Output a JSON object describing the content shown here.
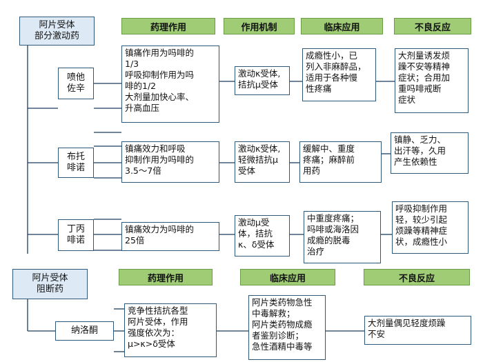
{
  "agonist": {
    "category": [
      "阿片受体",
      "部分激动药"
    ],
    "headers": {
      "pharmacology": "药理作用",
      "mechanism": "作用机制",
      "clinical": "临床应用",
      "adverse": "不良反应"
    },
    "drugs": [
      {
        "name": [
          "喷他",
          "佐辛"
        ],
        "pharmacology": [
          "镇痛作用为吗啡的",
          "1/3",
          "呼吸抑制作用为吗",
          "啡的1/2",
          "大剂量加快心率、",
          "升高血压"
        ],
        "mechanism": [
          "激动κ受体,",
          "拮抗μ受体"
        ],
        "clinical": [
          "成瘾性小，已",
          "列入非麻醉品，",
          "适用于各种慢",
          "性疼痛"
        ],
        "adverse": [
          "大剂量诱发烦",
          "躁不安等精神",
          "症状；合用加",
          "重吗啡戒断",
          "症状"
        ]
      },
      {
        "name": [
          "布托",
          "啡诺"
        ],
        "pharmacology": [
          "镇痛效力和呼吸",
          "抑制作用为吗啡的",
          "3.5～7倍"
        ],
        "mechanism": [
          "激动κ受体,",
          "轻微拮抗μ",
          "受体"
        ],
        "clinical": [
          "缓解中、重度",
          "疼痛；麻醉前",
          "用药"
        ],
        "adverse": [
          "镇静、乏力、",
          "出汗等，久用",
          "产生依赖性"
        ]
      },
      {
        "name": [
          "丁丙",
          "啡诺"
        ],
        "pharmacology": [
          "镇痛效力为吗啡的",
          "25倍"
        ],
        "mechanism": [
          "激动μ受",
          "体，拮抗",
          "κ、δ受体"
        ],
        "clinical": [
          "中重度疼痛；",
          "吗啡或海洛因",
          "成瘾的脱毒",
          "治疗"
        ],
        "adverse": [
          "呼吸抑制作用",
          "轻，较少引起",
          "烦躁等精神症",
          "状，成瘾性小"
        ]
      }
    ]
  },
  "antagonist": {
    "category": [
      "阿片受体",
      "阻断药"
    ],
    "headers": {
      "pharmacology": "药理作用",
      "clinical": "临床应用",
      "adverse": "不良反应"
    },
    "drug": {
      "name": "纳洛酮",
      "pharmacology": [
        "竞争性拮抗各型",
        "阿片受体，作用",
        "强度依次为：",
        "μ>κ>δ受体"
      ],
      "clinical": [
        "阿片类药物急性",
        "中毒解救；",
        "阿片类药物成瘾",
        "者鉴别诊断；",
        "急性酒精中毒等"
      ],
      "adverse": [
        "大剂量偶见轻度烦躁",
        "不安"
      ]
    }
  }
}
